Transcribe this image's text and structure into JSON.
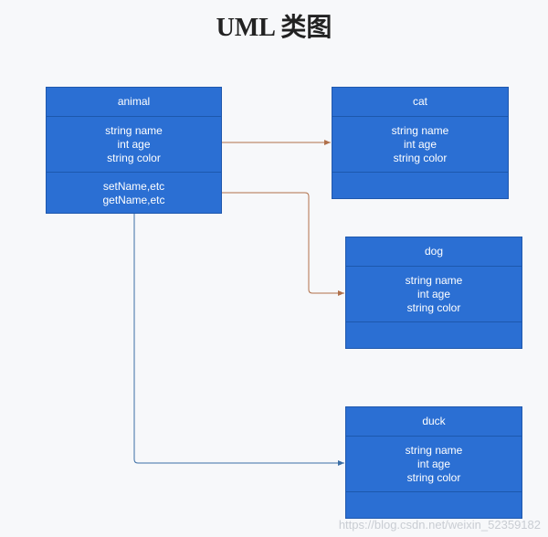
{
  "title": "UML 类图",
  "classes": {
    "animal": {
      "name": "animal",
      "attributes": [
        "string name",
        "int age",
        "string color"
      ],
      "methods": [
        "setName,etc",
        "getName,etc"
      ]
    },
    "cat": {
      "name": "cat",
      "attributes": [
        "string name",
        "int age",
        "string color"
      ],
      "methods": []
    },
    "dog": {
      "name": "dog",
      "attributes": [
        "string name",
        "int age",
        "string color"
      ],
      "methods": []
    },
    "duck": {
      "name": "duck",
      "attributes": [
        "string name",
        "int age",
        "string color"
      ],
      "methods": []
    }
  },
  "connectors": [
    {
      "from": "animal",
      "to": "cat",
      "color": "#b0704a"
    },
    {
      "from": "animal",
      "to": "dog",
      "color": "#b0704a"
    },
    {
      "from": "animal",
      "to": "duck",
      "color": "#3b6ea5"
    }
  ],
  "watermark": "https://blog.csdn.net/weixin_52359182"
}
